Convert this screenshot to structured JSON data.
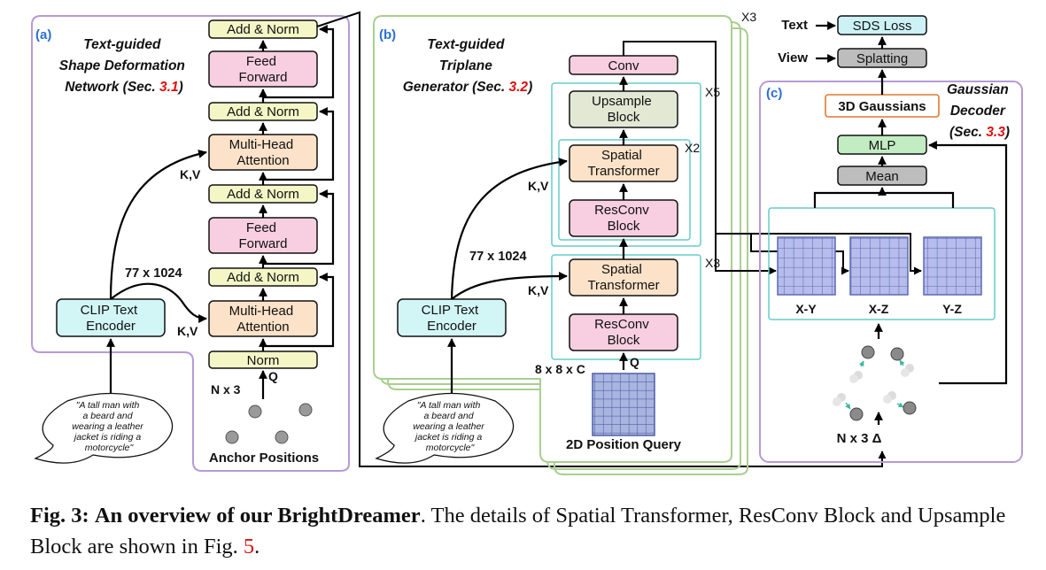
{
  "panels": {
    "a": {
      "tag": "(a)",
      "title": [
        "Text-guided",
        "Shape Deformation",
        "Network (Sec. ",
        "3.1",
        ")"
      ],
      "blocks": {
        "add_norm_4": "Add & Norm",
        "feed_forward_2": [
          "Feed",
          "Forward"
        ],
        "add_norm_3": "Add & Norm",
        "mha_2": [
          "Multi-Head",
          "Attention"
        ],
        "add_norm_2": "Add & Norm",
        "feed_forward_1": [
          "Feed",
          "Forward"
        ],
        "add_norm_1": "Add & Norm",
        "mha_1": [
          "Multi-Head",
          "Attention"
        ],
        "norm": "Norm",
        "clip": [
          "CLIP Text",
          "Encoder"
        ]
      },
      "labels": {
        "kv_top": "K,V",
        "kv_bottom": "K,V",
        "dim": "77 x 1024",
        "q": "Q",
        "n3": "N x 3",
        "anchor": "Anchor Positions"
      },
      "prompt": [
        "\"A tall man with",
        "a beard and",
        "wearing a leather",
        "jacket is riding a",
        "motorcycle\""
      ]
    },
    "b": {
      "tag": "(b)",
      "title": [
        "Text-guided",
        "Triplane",
        "Generator (Sec. ",
        "3.2",
        ")"
      ],
      "blocks": {
        "conv": "Conv",
        "upsample": [
          "Upsample",
          "Block"
        ],
        "spatial_top": [
          "Spatial",
          "Transformer"
        ],
        "resconv_top": [
          "ResConv",
          "Block"
        ],
        "spatial_bottom": [
          "Spatial",
          "Transformer"
        ],
        "resconv_bottom": [
          "ResConv",
          "Block"
        ],
        "clip": [
          "CLIP Text",
          "Encoder"
        ]
      },
      "labels": {
        "x3_outer": "X3",
        "x5": "X5",
        "x2": "X2",
        "x3_inner": "X3",
        "kv_top": "K,V",
        "kv_bottom": "K,V",
        "dim": "77 x 1024",
        "q": "Q",
        "query_dim": "8 x 8 x C",
        "query": "2D Position Query"
      },
      "prompt": [
        "\"A tall man with",
        "a beard and",
        "wearing a leather",
        "jacket is riding a",
        "motorcycle\""
      ]
    },
    "c": {
      "tag": "(c)",
      "title": [
        "Gaussian",
        "Decoder",
        "(Sec. ",
        "3.3",
        ")"
      ],
      "blocks": {
        "sds": "SDS Loss",
        "splatting": "Splatting",
        "gaussians": "3D Gaussians",
        "mlp": "MLP",
        "mean": "Mean"
      },
      "labels": {
        "text": "Text",
        "view": "View",
        "xy": "X-Y",
        "xz": "X-Z",
        "yz": "Y-Z",
        "n3delta": "N x 3 Δ"
      }
    }
  },
  "caption": {
    "fig": "Fig. 3:",
    "bold": "An overview of our BrightDreamer",
    "text": ". The details of Spatial Transformer, ResConv Block and Upsample Block are shown in Fig. ",
    "ref": "5",
    "end": "."
  },
  "colors": {
    "panel_a_border": "#b79ad6",
    "panel_b_border": "#a9cf8f",
    "panel_c_border": "#b79ad6",
    "group_border": "#66cccc",
    "add_norm": "#f4f6c6",
    "feed_forward": "#f8cfe0",
    "attention": "#fbe2c8",
    "clip": "#d2f6f6",
    "upsample": "#e2e8d4",
    "sds": "#ccf2f6",
    "gray": "#bdbdbd",
    "mlp": "#c2ecc2",
    "gaussians_border": "#e07a30",
    "grid": "#b6bcec",
    "accent_red": "#dd1111"
  }
}
